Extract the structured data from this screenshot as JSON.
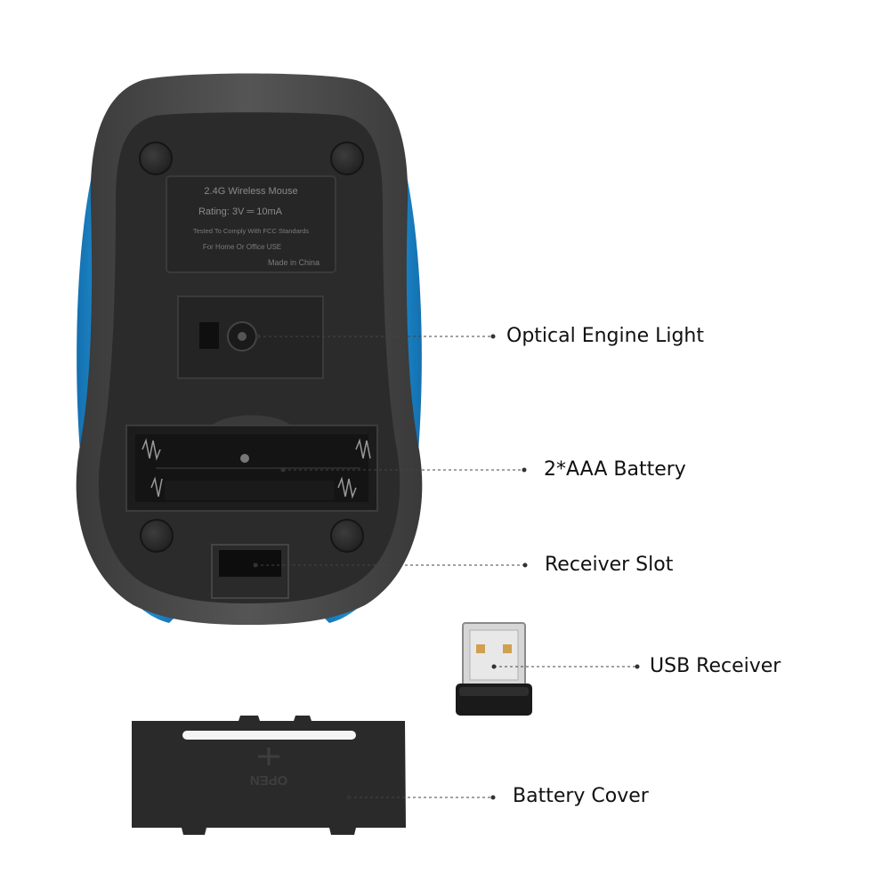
{
  "colors": {
    "background": "#ffffff",
    "accent_blue": "#1b8fd6",
    "mouse_shell": "#2d2d2d",
    "mouse_grey": "#5a5a5a",
    "leader_line": "#444444",
    "label_text": "#111111"
  },
  "mouse_label": {
    "line1": "2.4G Wireless Mouse",
    "line2": "Rating: 3V ═ 10mA",
    "line3": "Tested To Comply With FCC Standards",
    "line4": "For Home Or Office USE",
    "line5": "Made in China"
  },
  "battery_cover": {
    "embossed_text": "OPEN"
  },
  "callouts": [
    {
      "id": "optical-engine-light",
      "label": "Optical Engine Light"
    },
    {
      "id": "battery",
      "label": "2*AAA Battery"
    },
    {
      "id": "receiver-slot",
      "label": "Receiver Slot"
    },
    {
      "id": "usb-receiver",
      "label": "USB Receiver"
    },
    {
      "id": "battery-cover",
      "label": "Battery Cover"
    }
  ]
}
